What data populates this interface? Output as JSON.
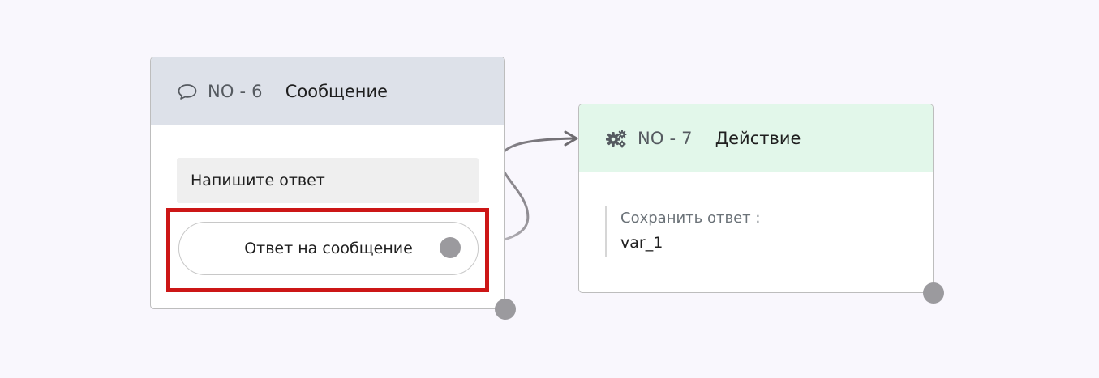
{
  "nodes": {
    "message": {
      "id": "NO - 6",
      "title": "Сообщение",
      "icon": "speech-bubble-icon",
      "header_color": "#dde1e9",
      "prompt": "Напишите ответ",
      "reply_button": "Ответ на сообщение"
    },
    "action": {
      "id": "NO - 7",
      "title": "Действие",
      "icon": "gears-icon",
      "header_color": "#e2f7ea",
      "save_label": "Сохранить ответ :",
      "save_value": "var_1"
    }
  },
  "colors": {
    "highlight": "#cc1616",
    "handle": "#9b9a9e",
    "edge": "#6e6b70"
  }
}
